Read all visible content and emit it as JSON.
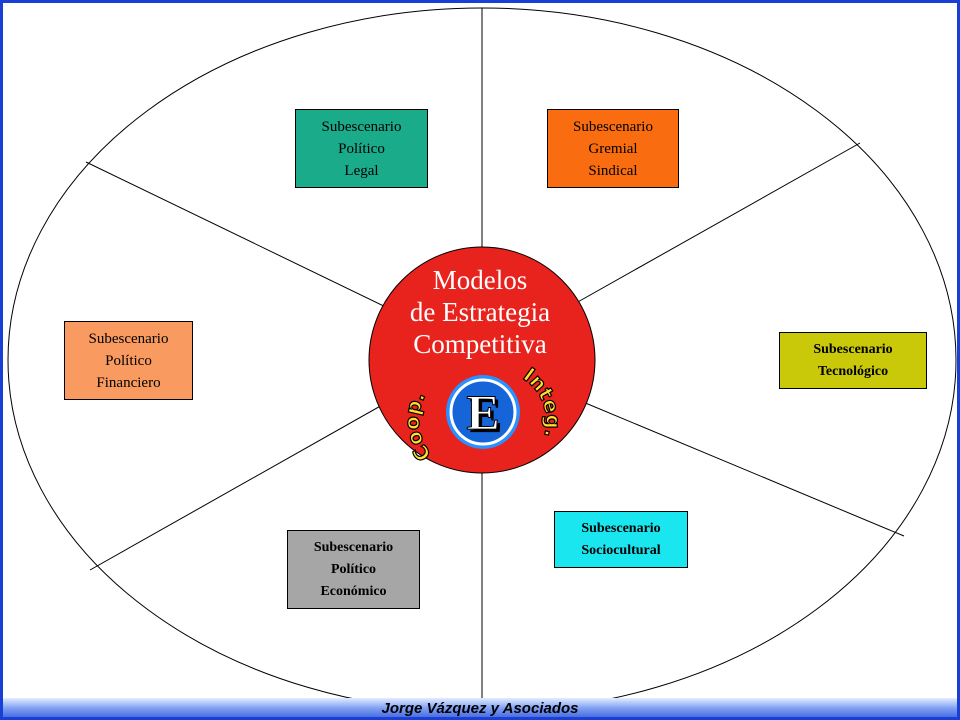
{
  "center": {
    "lines": [
      "Modelos",
      "de Estrategia",
      "Competitiva"
    ],
    "badge_letter": "E",
    "arc_left": "Coop.",
    "arc_right": "Integ."
  },
  "boxes": {
    "politico_legal": {
      "lines": [
        "Subescenario",
        "Político",
        "Legal"
      ],
      "color": "#1aab8a"
    },
    "gremial_sindical": {
      "lines": [
        "Subescenario",
        "Gremial",
        "Sindical"
      ],
      "color": "#f96d10"
    },
    "politico_financiero": {
      "lines": [
        "Subescenario",
        "Político",
        "Financiero"
      ],
      "color": "#f99a60"
    },
    "tecnologico": {
      "lines": [
        "Subescenario",
        "Tecnológico"
      ],
      "color": "#c9c90a"
    },
    "politico_economico": {
      "lines": [
        "Subescenario",
        "Político",
        "Económico"
      ],
      "color": "#a6a6a6"
    },
    "sociocultural": {
      "lines": [
        "Subescenario",
        "Sociocultural"
      ],
      "color": "#1ae6f0"
    }
  },
  "colors": {
    "frame": "#1a3fd6",
    "center_fill": "#e8221c",
    "badge_fill": "#1565d8",
    "badge_ring": "#2a8fff"
  },
  "footer": {
    "text": "Jorge Vázquez y Asociados"
  }
}
